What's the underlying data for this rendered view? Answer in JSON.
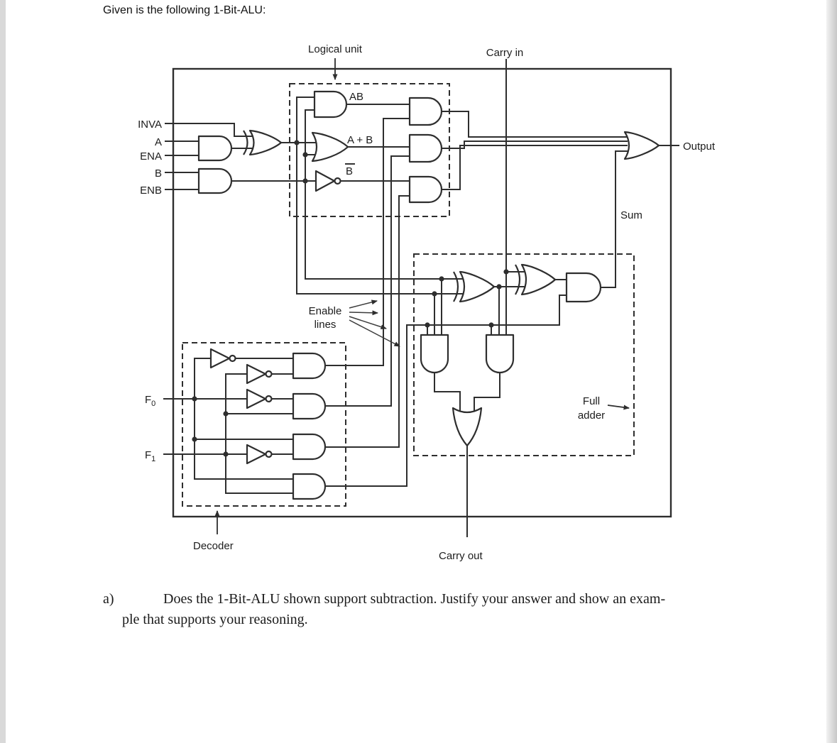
{
  "page": {
    "title": "Given is the following 1-Bit-ALU:"
  },
  "diagram": {
    "labels": {
      "logical_unit": "Logical unit",
      "carry_in": "Carry in",
      "output": "Output",
      "sum": "Sum",
      "enable_line1": "Enable",
      "enable_line2": "lines",
      "full_adder_line1": "Full",
      "full_adder_line2": "adder",
      "decoder": "Decoder",
      "carry_out": "Carry out",
      "ab": "AB",
      "a_plus_b": "A + B",
      "b_bar": "B",
      "inva": "INVA",
      "a": "A",
      "ena": "ENA",
      "b": "B",
      "enb": "ENB",
      "f": "F",
      "f0_sub": "0",
      "f1_sub": "1"
    },
    "colors": {
      "line": "#2e2e2e",
      "text": "#1c1c1c",
      "edge_strip": "#d9d9d9",
      "background": "#ffffff"
    }
  },
  "question": {
    "marker": "a)",
    "line1": "Does the 1-Bit-ALU shown support subtraction. Justify your answer and show an exam-",
    "line2": "ple that supports your reasoning."
  }
}
